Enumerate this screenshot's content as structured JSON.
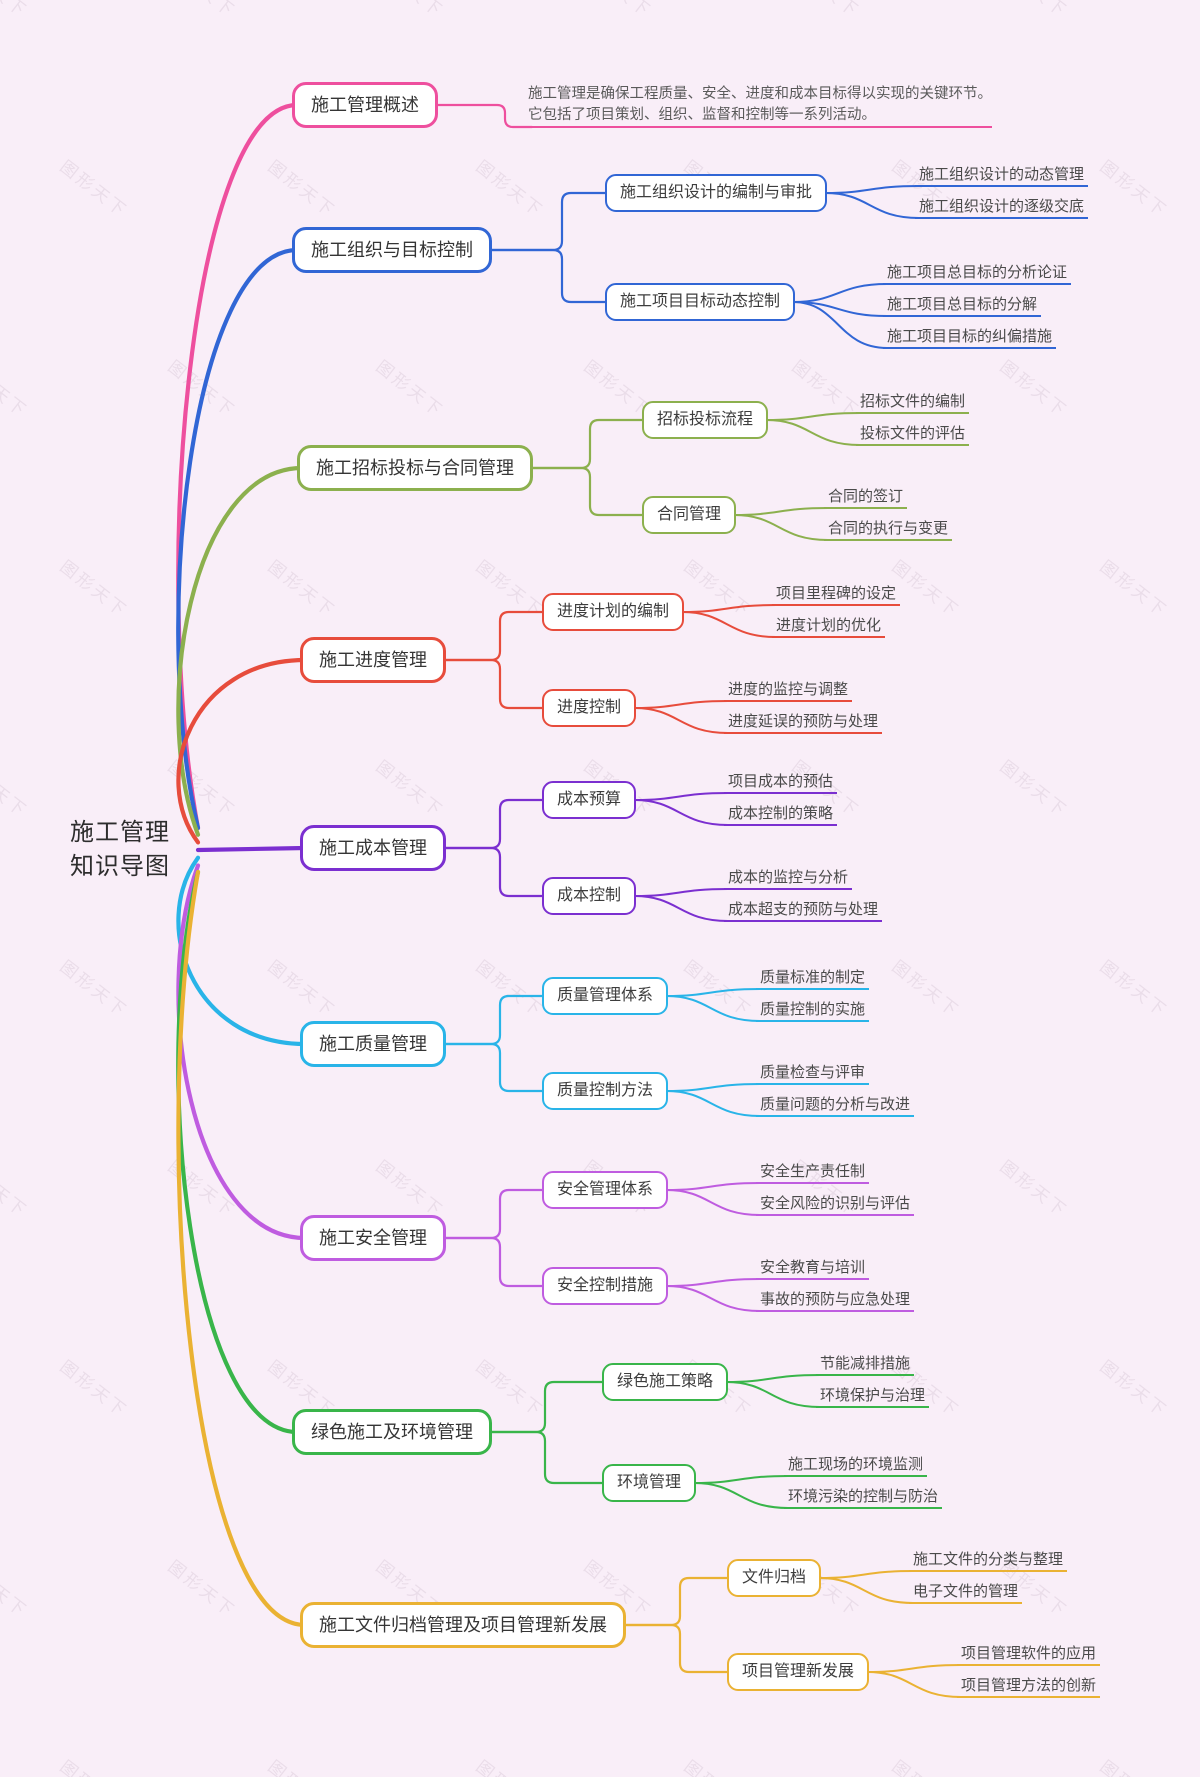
{
  "canvas": {
    "background": "#f9eef8",
    "watermark": "图形天下"
  },
  "root": {
    "label_line1": "施工管理",
    "label_line2": "知识导图"
  },
  "branches": [
    {
      "topic": "施工管理概述",
      "color": "#ee4f9e",
      "note": {
        "text_line1": "施工管理是确保工程质量、安全、进度和成本目标得以实现的关键环节。",
        "text_line2": "它包括了项目策划、组织、监督和控制等一系列活动。"
      },
      "children": []
    },
    {
      "topic": "施工组织与目标控制",
      "color": "#3166d5",
      "children": [
        {
          "topic": "施工组织设计的编制与审批",
          "leaves": [
            "施工组织设计的动态管理",
            "施工组织设计的逐级交底"
          ]
        },
        {
          "topic": "施工项目目标动态控制",
          "leaves": [
            "施工项目总目标的分析论证",
            "施工项目总目标的分解",
            "施工项目目标的纠偏措施"
          ]
        }
      ]
    },
    {
      "topic": "施工招标投标与合同管理",
      "color": "#8cb04e",
      "children": [
        {
          "topic": "招标投标流程",
          "leaves": [
            "招标文件的编制",
            "投标文件的评估"
          ]
        },
        {
          "topic": "合同管理",
          "leaves": [
            "合同的签订",
            "合同的执行与变更"
          ]
        }
      ]
    },
    {
      "topic": "施工进度管理",
      "color": "#e74c3c",
      "children": [
        {
          "topic": "进度计划的编制",
          "leaves": [
            "项目里程碑的设定",
            "进度计划的优化"
          ]
        },
        {
          "topic": "进度控制",
          "leaves": [
            "进度的监控与调整",
            "进度延误的预防与处理"
          ]
        }
      ]
    },
    {
      "topic": "施工成本管理",
      "color": "#7b2fd0",
      "children": [
        {
          "topic": "成本预算",
          "leaves": [
            "项目成本的预估",
            "成本控制的策略"
          ]
        },
        {
          "topic": "成本控制",
          "leaves": [
            "成本的监控与分析",
            "成本超支的预防与处理"
          ]
        }
      ]
    },
    {
      "topic": "施工质量管理",
      "color": "#29b4e8",
      "children": [
        {
          "topic": "质量管理体系",
          "leaves": [
            "质量标准的制定",
            "质量控制的实施"
          ]
        },
        {
          "topic": "质量控制方法",
          "leaves": [
            "质量检查与评审",
            "质量问题的分析与改进"
          ]
        }
      ]
    },
    {
      "topic": "施工安全管理",
      "color": "#bf5ce0",
      "children": [
        {
          "topic": "安全管理体系",
          "leaves": [
            "安全生产责任制",
            "安全风险的识别与评估"
          ]
        },
        {
          "topic": "安全控制措施",
          "leaves": [
            "安全教育与培训",
            "事故的预防与应急处理"
          ]
        }
      ]
    },
    {
      "topic": "绿色施工及环境管理",
      "color": "#39b54a",
      "children": [
        {
          "topic": "绿色施工策略",
          "leaves": [
            "节能减排措施",
            "环境保护与治理"
          ]
        },
        {
          "topic": "环境管理",
          "leaves": [
            "施工现场的环境监测",
            "环境污染的控制与防治"
          ]
        }
      ]
    },
    {
      "topic": "施工文件归档管理及项目管理新发展",
      "color": "#eab233",
      "children": [
        {
          "topic": "文件归档",
          "leaves": [
            "施工文件的分类与整理",
            "电子文件的管理"
          ]
        },
        {
          "topic": "项目管理新发展",
          "leaves": [
            "项目管理软件的应用",
            "项目管理方法的创新"
          ]
        }
      ]
    }
  ]
}
